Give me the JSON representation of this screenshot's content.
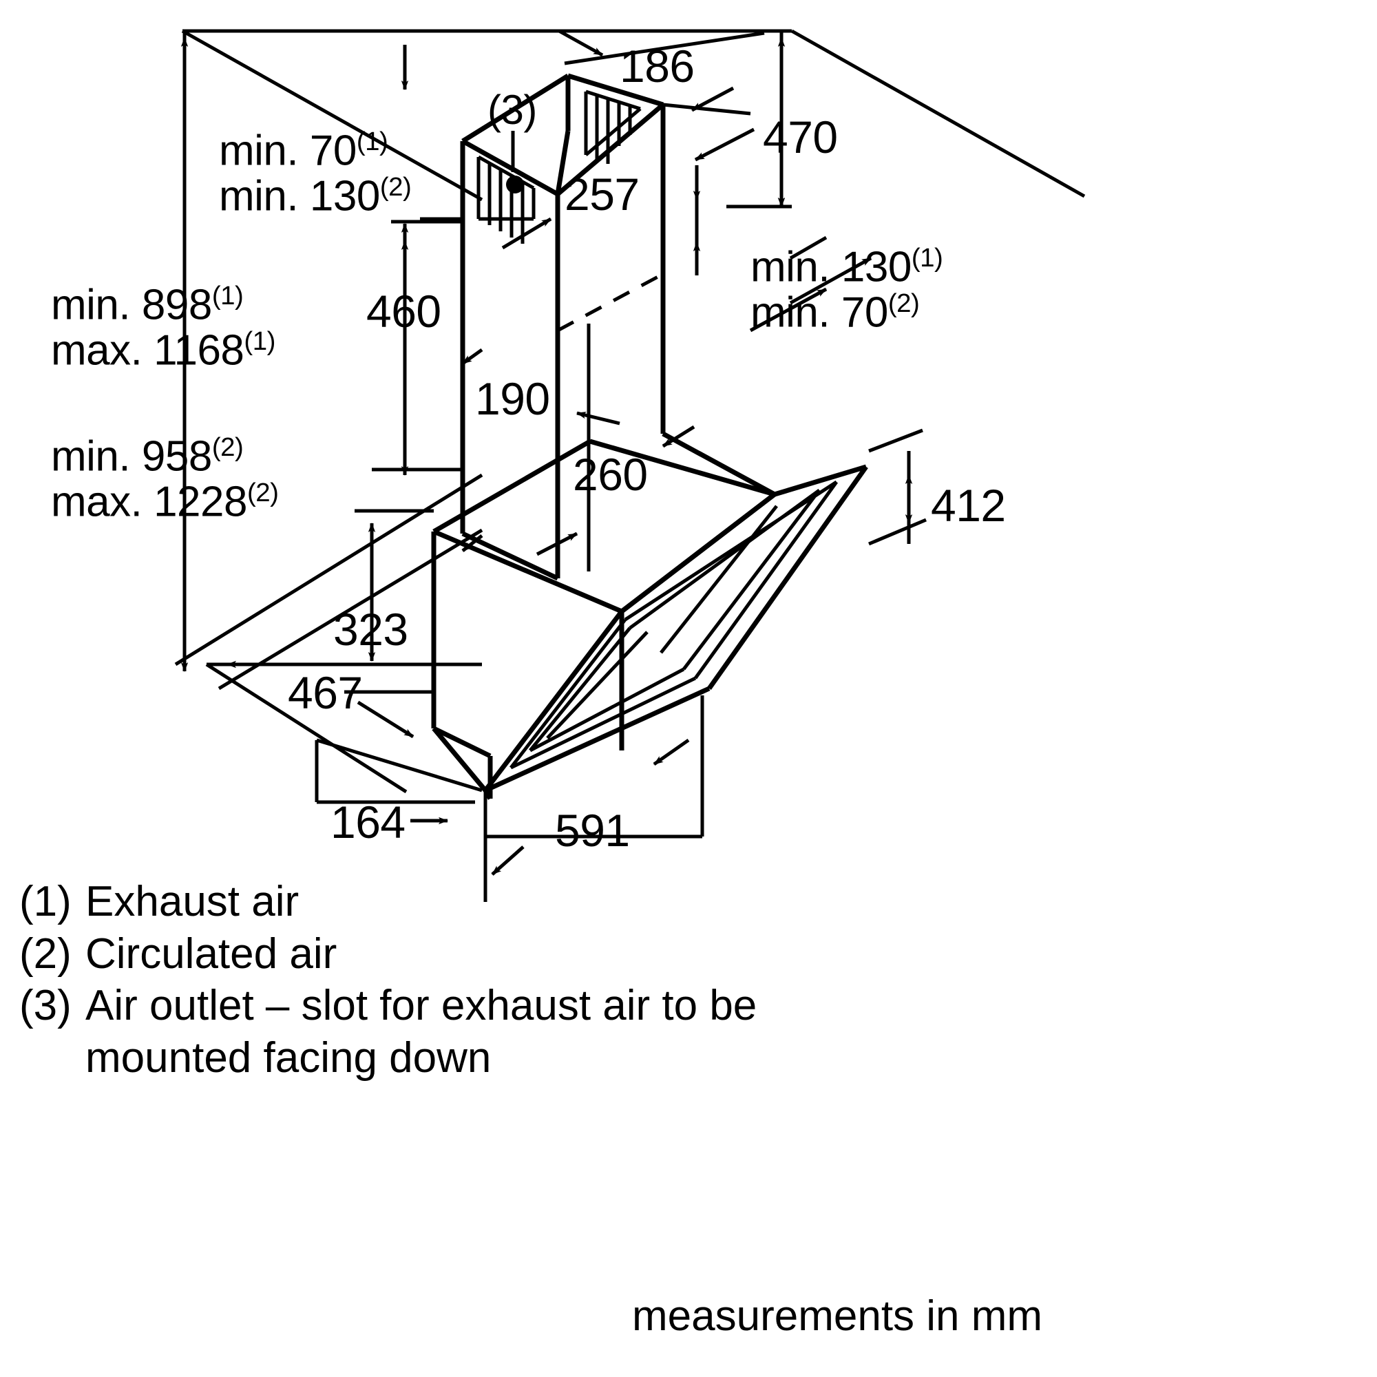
{
  "drawing": {
    "title": "Cooker hood installation dimension drawing",
    "units_note": "measurements in mm",
    "line_color": "#000000",
    "background_color": "#ffffff"
  },
  "dimensions": {
    "min_clearance_left": {
      "line1_prefix": "min. 70",
      "line1_sup": "(1)",
      "line2_prefix": "min. 130",
      "line2_sup": "(2)"
    },
    "min_clearance_right": {
      "line1_prefix": "min. 130",
      "line1_sup": "(1)",
      "line2_prefix": "min. 70",
      "line2_sup": "(2)"
    },
    "overall_height_exhaust": {
      "line1_prefix": "min. 898",
      "line1_sup": "(1)",
      "line2_prefix": "max. 1168",
      "line2_sup": "(1)"
    },
    "overall_height_circulated": {
      "line1_prefix": "min. 958",
      "line1_sup": "(2)",
      "line2_prefix": "max. 1228",
      "line2_sup": "(2)"
    },
    "chimney_depth_top": "186",
    "chimney_height_upper": "470",
    "chimney_width_top": "257",
    "chimney_section_460": "460",
    "chimney_section_190": "190",
    "chimney_width_lower": "260",
    "glass_panel_height": "412",
    "hood_body_height": "323",
    "hood_depth_467": "467",
    "hood_depth_164": "164",
    "hood_width_591": "591",
    "air_outlet_marker": "(3)"
  },
  "legend": {
    "items": [
      {
        "marker": "(1)",
        "text": "Exhaust air"
      },
      {
        "marker": "(2)",
        "text": "Circulated air"
      },
      {
        "marker": "(3)",
        "text": "Air outlet – slot for exhaust air to be"
      },
      {
        "marker": "",
        "text": "mounted facing down"
      }
    ],
    "units": "measurements in mm"
  }
}
